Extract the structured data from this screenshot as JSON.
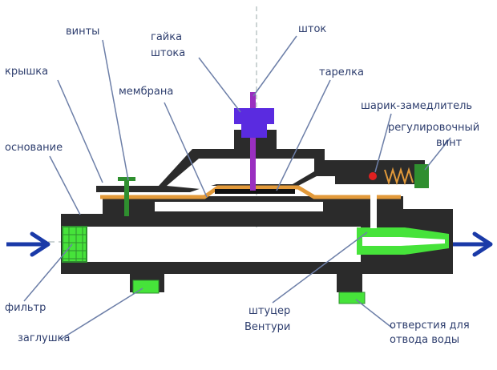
{
  "labels": {
    "vinty": "винты",
    "kryshka": "крышка",
    "osnovanie": "основание",
    "gayka_line1": "гайка",
    "gayka_line2": "штока",
    "membrana": "мембрана",
    "shtok": "шток",
    "tarelka": "тарелка",
    "sharik": "шарик-замедлитель",
    "regul_line1": "регулировочный",
    "regul_line2": "винт",
    "filtr": "фильтр",
    "zaglushka": "заглушка",
    "shtucer_line1": "штуцер",
    "shtucer_line2": "Вентури",
    "otverstiya_line1": "отверстия для",
    "otverstiya_line2": "отвода воды"
  },
  "colors": {
    "body": "#2b2b2b",
    "membrane": "#e39a3a",
    "green": "#46e33a",
    "dark_green": "#2f8f2f",
    "stem": "#9a2fc0",
    "nut": "#5a2be0",
    "arrow": "#1a3aa8",
    "ball": "#e02020",
    "leader": "#6d7fa8",
    "label": "#2e3e6e"
  }
}
